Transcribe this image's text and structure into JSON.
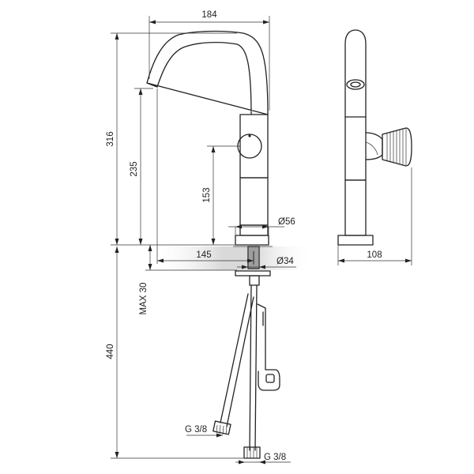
{
  "dimensions": {
    "width_total": "184",
    "height_total": "316",
    "spout_height": "235",
    "lever_height": "153",
    "base_diameter": "Ø56",
    "reach": "145",
    "hole_diameter": "Ø34",
    "max_deck_thickness": "MAX 30",
    "hose_length": "440",
    "side_depth": "108",
    "hose_connection": "G 3/8",
    "supply_connection": "G 3/8"
  },
  "colors": {
    "line": "#222222",
    "deck_shade": "#d9d9d9"
  }
}
